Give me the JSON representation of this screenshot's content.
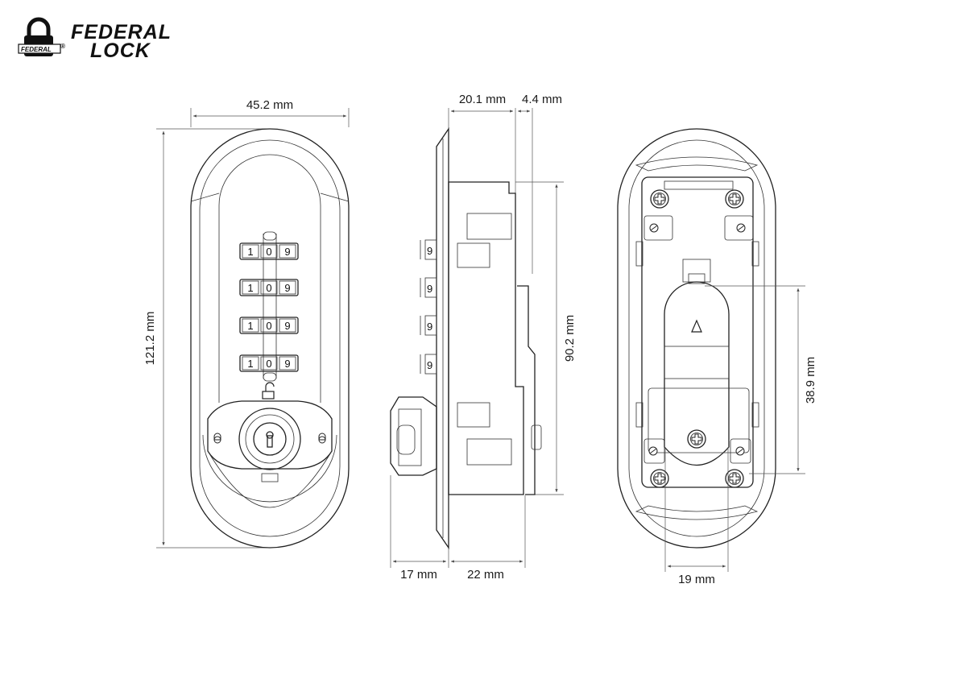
{
  "logo": {
    "brand_line1": "FEDERAL",
    "brand_line2": "LOCK",
    "badge_text": "FEDERAL",
    "registered": "®"
  },
  "front_view": {
    "width": "45.2 mm",
    "height": "121.2 mm",
    "wheels": [
      [
        "1",
        "0",
        "9"
      ],
      [
        "1",
        "0",
        "9"
      ],
      [
        "1",
        "0",
        "9"
      ],
      [
        "1",
        "0",
        "9"
      ]
    ]
  },
  "side_view": {
    "top_left": "20.1 mm",
    "top_right": "4.4 mm",
    "height": "90.2 mm",
    "bottom_left": "17 mm",
    "bottom_right": "22 mm",
    "wheel_digit": "9"
  },
  "back_view": {
    "height": "38.9 mm",
    "width": "19 mm"
  },
  "colors": {
    "line": "#222222",
    "background": "#ffffff"
  }
}
